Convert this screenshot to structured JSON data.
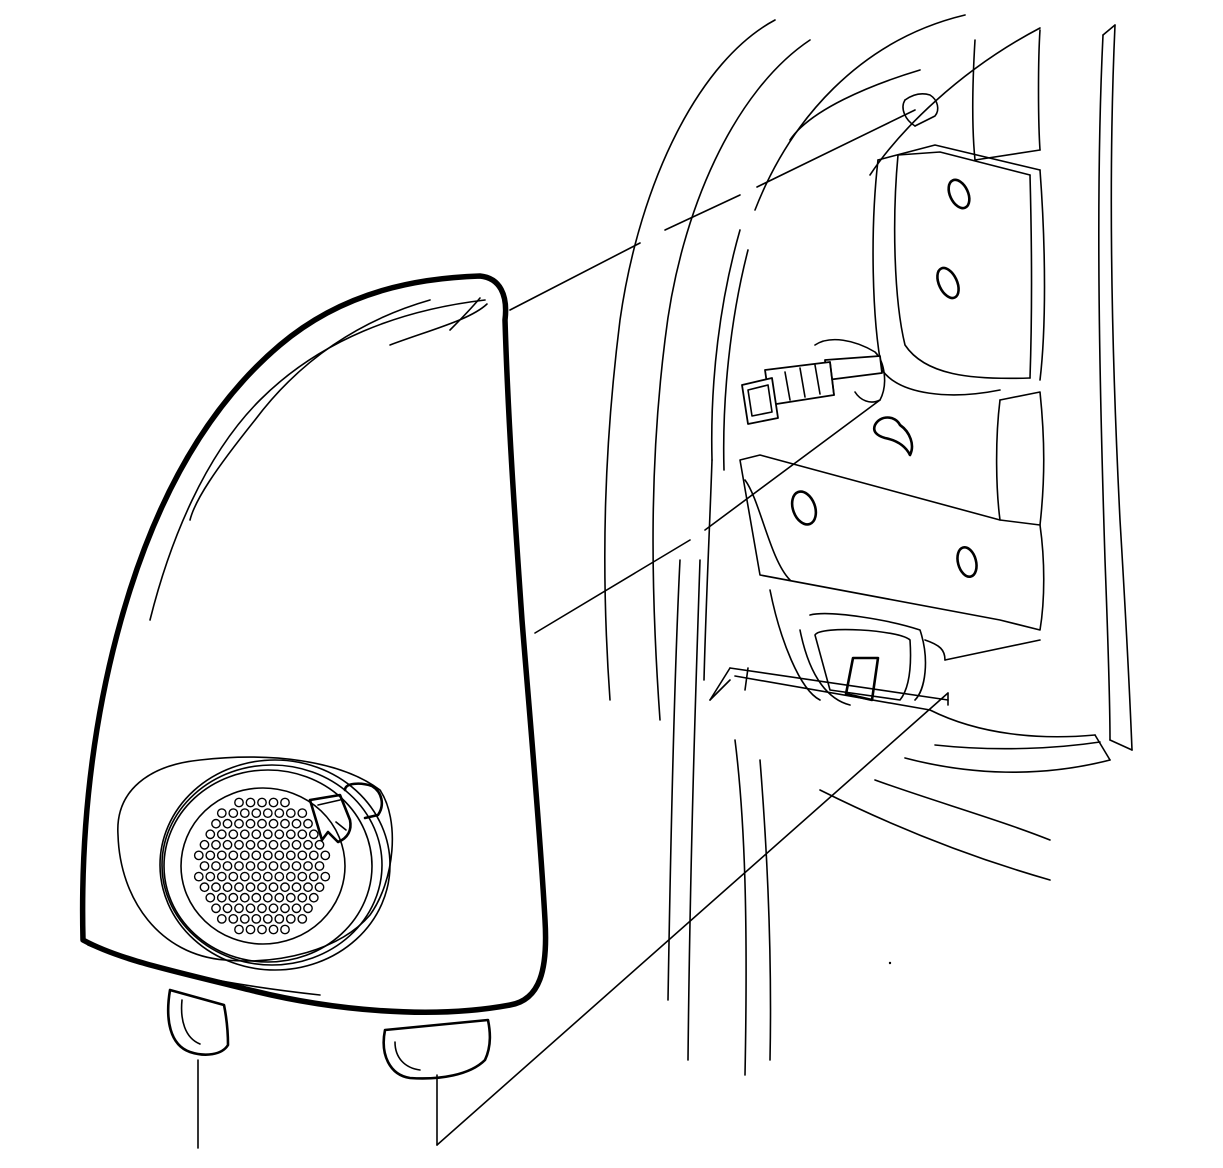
{
  "illustration": {
    "kind": "line-art technical illustration",
    "stroke_color": "#000000",
    "background_color": "#ffffff",
    "parts": [
      "trim-panel",
      "speaker-grille",
      "harness-connector",
      "mounting-bracket",
      "retaining-clip",
      "panel-tabs",
      "body-pillar"
    ]
  }
}
